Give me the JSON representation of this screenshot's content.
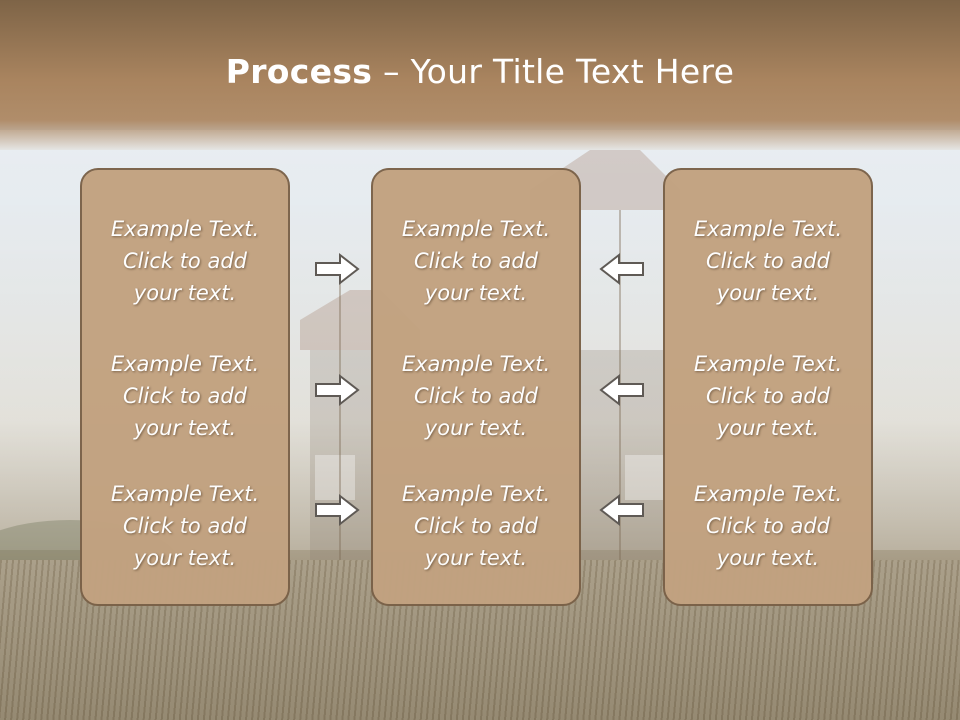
{
  "slide": {
    "title_strong": "Process",
    "title_rest": " – Your Title Text Here"
  },
  "columns": [
    {
      "items": [
        "Example Text.\nClick  to add\nyour text.",
        "Example Text.\nClick  to add\nyour text.",
        "Example Text.\nClick  to add\nyour text."
      ]
    },
    {
      "items": [
        "Example Text.\nClick  to add\nyour text.",
        "Example Text.\nClick  to add\nyour text.",
        "Example Text.\nClick  to add\nyour text."
      ]
    },
    {
      "items": [
        "Example Text.\nClick  to add\nyour text.",
        "Example Text.\nClick  to add\nyour text.",
        "Example Text.\nClick  to add\nyour text."
      ]
    }
  ],
  "arrows": {
    "left_side": "right-arrow-icon",
    "right_side": "left-arrow-icon"
  },
  "colors": {
    "header": "#a9845f",
    "box_fill": "#c2a280",
    "box_border": "#7a6148",
    "text": "#ffffff"
  }
}
